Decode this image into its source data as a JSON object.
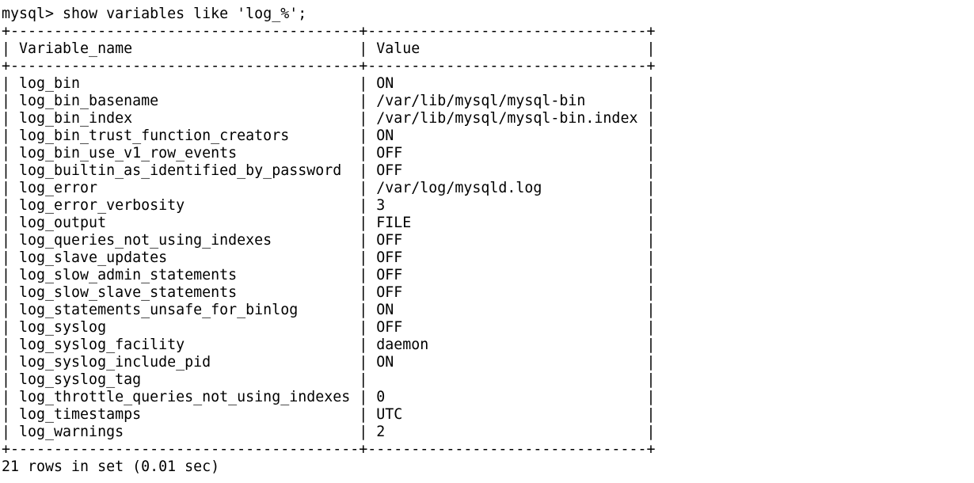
{
  "terminal": {
    "prompt": "mysql>",
    "command": "show variables like 'log_%';",
    "status_line": "21 rows in set (0.01 sec)",
    "colors": {
      "text": "#000000",
      "background": "#ffffff"
    }
  },
  "result_table": {
    "columns": [
      "Variable_name",
      "Value"
    ],
    "rows": [
      [
        "log_bin",
        "ON"
      ],
      [
        "log_bin_basename",
        "/var/lib/mysql/mysql-bin"
      ],
      [
        "log_bin_index",
        "/var/lib/mysql/mysql-bin.index"
      ],
      [
        "log_bin_trust_function_creators",
        "ON"
      ],
      [
        "log_bin_use_v1_row_events",
        "OFF"
      ],
      [
        "log_builtin_as_identified_by_password",
        "OFF"
      ],
      [
        "log_error",
        "/var/log/mysqld.log"
      ],
      [
        "log_error_verbosity",
        "3"
      ],
      [
        "log_output",
        "FILE"
      ],
      [
        "log_queries_not_using_indexes",
        "OFF"
      ],
      [
        "log_slave_updates",
        "OFF"
      ],
      [
        "log_slow_admin_statements",
        "OFF"
      ],
      [
        "log_slow_slave_statements",
        "OFF"
      ],
      [
        "log_statements_unsafe_for_binlog",
        "ON"
      ],
      [
        "log_syslog",
        "OFF"
      ],
      [
        "log_syslog_facility",
        "daemon"
      ],
      [
        "log_syslog_include_pid",
        "ON"
      ],
      [
        "log_syslog_tag",
        ""
      ],
      [
        "log_throttle_queries_not_using_indexes",
        "0"
      ],
      [
        "log_timestamps",
        "UTC"
      ],
      [
        "log_warnings",
        "2"
      ]
    ]
  }
}
